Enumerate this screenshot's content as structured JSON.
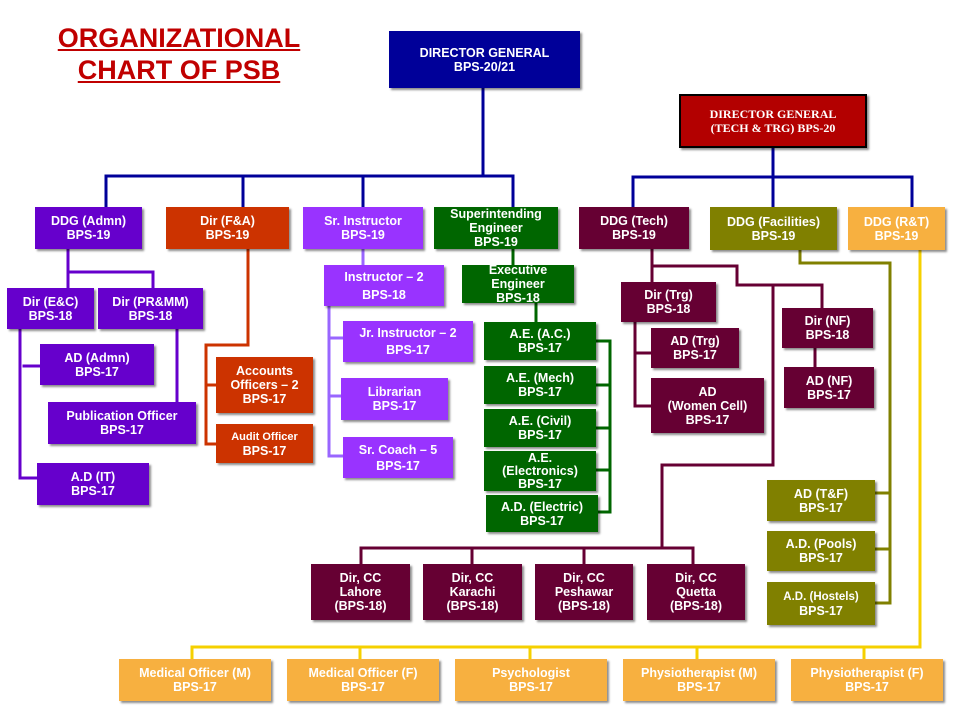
{
  "title": {
    "line1": "ORGANIZATIONAL",
    "line2": "CHART OF PSB"
  },
  "colors": {
    "navy": "#000099",
    "dark_red": "#b30000",
    "purple": "#6600cc",
    "orange_red": "#cc3300",
    "violet": "#9933ff",
    "green": "#006600",
    "maroon": "#660033",
    "olive": "#808000",
    "gold": "#f7b040",
    "title_red": "#c00000"
  },
  "nodes": {
    "dg": {
      "title": "DIRECTOR GENERAL",
      "grade": "BPS-20/21"
    },
    "dgtech": {
      "title": "DIRECTOR GENERAL\n(TECH & TRG) BPS-20",
      "grade": ""
    },
    "ddg_admn": {
      "title": "DDG (Admn)",
      "grade": "BPS-19"
    },
    "dir_fa": {
      "title": "Dir (F&A)",
      "grade": "BPS-19"
    },
    "sr_instructor": {
      "title": "Sr. Instructor",
      "grade": "BPS-19"
    },
    "se": {
      "title": "Superintending\nEngineer",
      "grade": "BPS-19"
    },
    "ddg_tech": {
      "title": "DDG (Tech)",
      "grade": "BPS-19"
    },
    "ddg_fac": {
      "title": "DDG (Facilities)",
      "grade": "BPS-19"
    },
    "ddg_rt": {
      "title": "DDG (R&T)",
      "grade": "BPS-19"
    },
    "dir_ec": {
      "title": "Dir (E&C)",
      "grade": "BPS-18"
    },
    "dir_prmm": {
      "title": "Dir (PR&MM)",
      "grade": "BPS-18"
    },
    "ad_admn": {
      "title": "AD (Admn)",
      "grade": "BPS-17"
    },
    "pub_officer": {
      "title": "Publication Officer",
      "grade": "BPS-17"
    },
    "ad_it": {
      "title": "A.D (IT)",
      "grade": "BPS-17"
    },
    "acc_officers": {
      "title": "Accounts\nOfficers – 2",
      "grade": "BPS-17"
    },
    "audit_officer": {
      "title": "Audit Officer",
      "grade": "BPS-17"
    },
    "instructor": {
      "title": "Instructor – 2",
      "grade": "BPS-18"
    },
    "jr_instructor": {
      "title": "Jr. Instructor – 2",
      "grade": "BPS-17"
    },
    "librarian": {
      "title": "Librarian",
      "grade": "BPS-17"
    },
    "sr_coach": {
      "title": "Sr. Coach – 5",
      "grade": "BPS-17"
    },
    "exec_engineer": {
      "title": "Executive\nEngineer",
      "grade": "BPS-18"
    },
    "ae_ac": {
      "title": "A.E. (A.C.)",
      "grade": "BPS-17"
    },
    "ae_mech": {
      "title": "A.E. (Mech)",
      "grade": "BPS-17"
    },
    "ae_civil": {
      "title": "A.E. (Civil)",
      "grade": "BPS-17"
    },
    "ae_elec": {
      "title": "A.E.\n(Electronics)",
      "grade": "BPS-17"
    },
    "ad_electric": {
      "title": "A.D. (Electric)",
      "grade": "BPS-17"
    },
    "dir_trg": {
      "title": "Dir (Trg)",
      "grade": "BPS-18"
    },
    "ad_trg": {
      "title": "AD (Trg)",
      "grade": "BPS-17"
    },
    "ad_women": {
      "title": "AD\n(Women Cell)",
      "grade": "BPS-17"
    },
    "dir_nf": {
      "title": "Dir (NF)",
      "grade": "BPS-18"
    },
    "ad_nf": {
      "title": "AD (NF)",
      "grade": "BPS-17"
    },
    "cc_lahore": {
      "title": "Dir, CC\nLahore",
      "grade": "(BPS-18)"
    },
    "cc_karachi": {
      "title": "Dir, CC\nKarachi",
      "grade": "(BPS-18)"
    },
    "cc_peshawar": {
      "title": "Dir, CC\nPeshawar",
      "grade": "(BPS-18)"
    },
    "cc_quetta": {
      "title": "Dir, CC\nQuetta",
      "grade": "(BPS-18)"
    },
    "ad_tf": {
      "title": "AD (T&F)",
      "grade": "BPS-17"
    },
    "ad_pools": {
      "title": "A.D. (Pools)",
      "grade": "BPS-17"
    },
    "ad_hostels": {
      "title": "A.D. (Hostels)",
      "grade": "BPS-17"
    },
    "med_m": {
      "title": "Medical Officer (M)",
      "grade": "BPS-17"
    },
    "med_f": {
      "title": "Medical Officer (F)",
      "grade": "BPS-17"
    },
    "psychologist": {
      "title": "Psychologist",
      "grade": "BPS-17"
    },
    "physio_m": {
      "title": "Physiotherapist (M)",
      "grade": "BPS-17"
    },
    "physio_f": {
      "title": "Physiotherapist (F)",
      "grade": "BPS-17"
    }
  }
}
